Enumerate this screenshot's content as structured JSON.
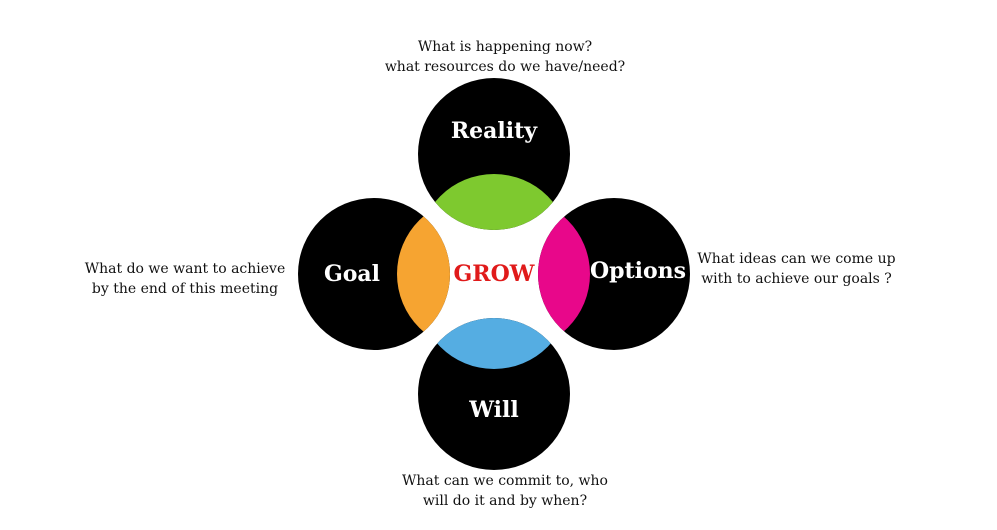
{
  "title": "GROW",
  "colors": {
    "circle": "#000000",
    "reality_lens": "#7ec92f",
    "goal_lens": "#f6a431",
    "options_lens": "#e8078a",
    "will_lens": "#55ade2",
    "center_text": "#e01a1a"
  },
  "stages": {
    "reality": {
      "label": "Reality",
      "question_line1": "What is happening now?",
      "question_line2": "what resources do we have/need?"
    },
    "goal": {
      "label": "Goal",
      "question_line1": "What do we want to achieve",
      "question_line2": "by the end of this meeting"
    },
    "options": {
      "label": "Options",
      "question_line1": "What ideas can we come up",
      "question_line2": "with to achieve our goals ?"
    },
    "will": {
      "label": "Will",
      "question_line1": "What can we commit to, who",
      "question_line2": "will do it and by when?"
    }
  }
}
